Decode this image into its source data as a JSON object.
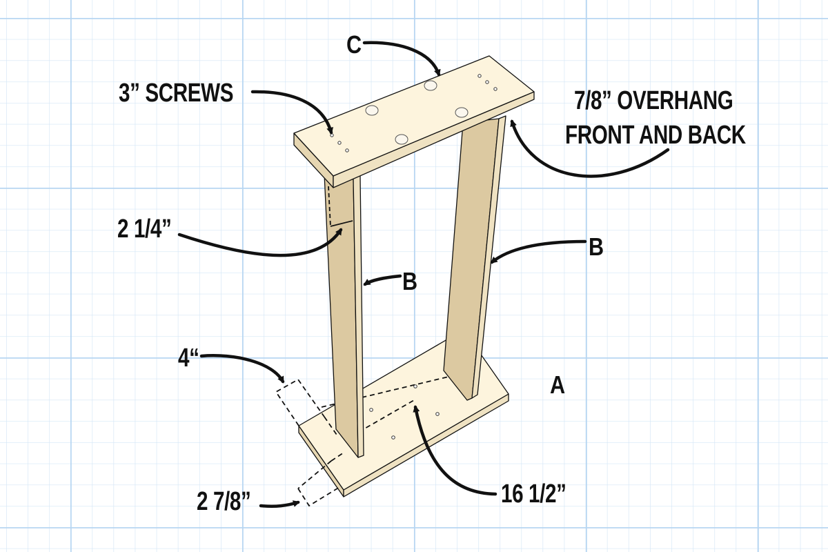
{
  "diagram": {
    "subject": "Wooden frame assembly (top board, two legs, base board)",
    "colors": {
      "grid_minor": "#d4e6f6",
      "grid_major": "#b7d6f2",
      "wood_top": "#fdf4dd",
      "wood_side": "#ebdcb8",
      "wood_face": "#dcc9a1",
      "wood_edge": "#efe2c2",
      "ink": "#111111"
    },
    "parts": {
      "top_board": "C",
      "legs": "B",
      "base_board": "A"
    },
    "labels": {
      "c": "C",
      "screws": "3” SCREWS",
      "overhang_line1": "7/8” OVERHANG",
      "overhang_line2": "FRONT AND BACK",
      "quarter": "2 1/4”",
      "b_left": "B",
      "b_right": "B",
      "four": "4“",
      "a": "A",
      "sixteen": "16 1/2”",
      "two_seven_eighths": "2 7/8”"
    }
  }
}
